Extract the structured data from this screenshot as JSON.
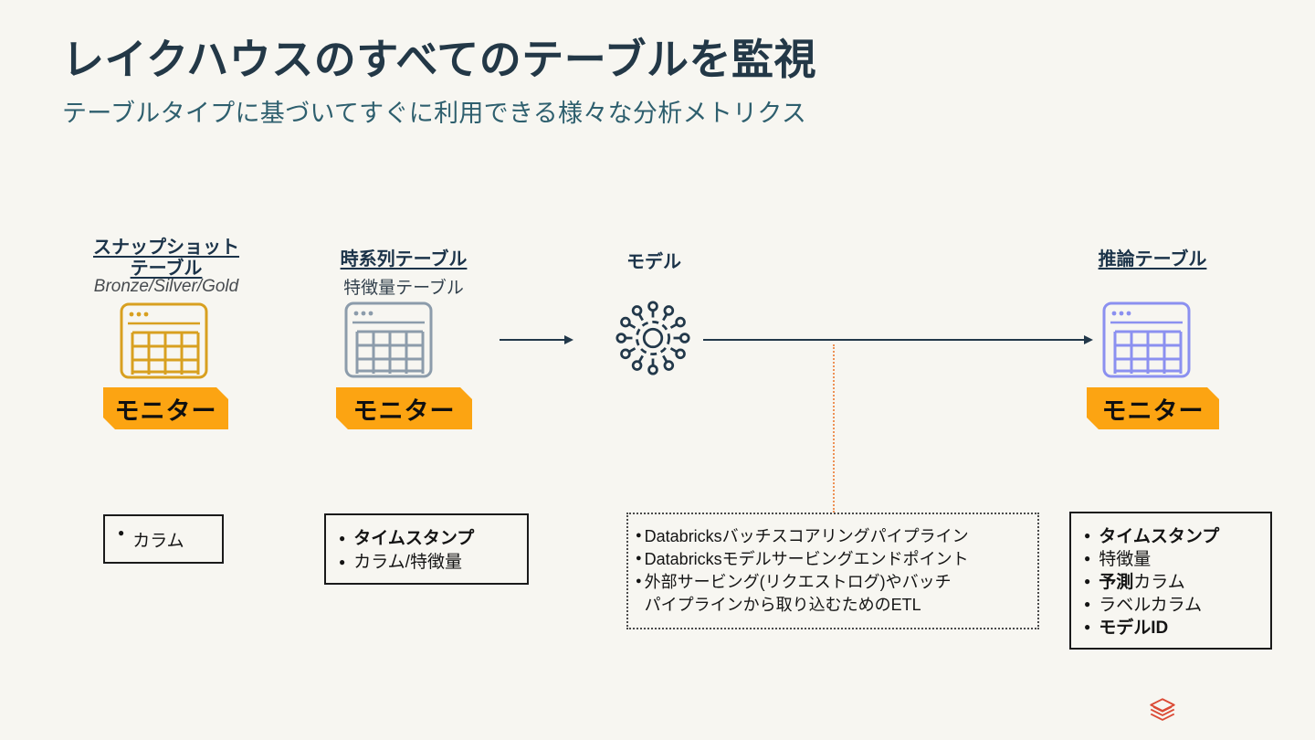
{
  "slide": {
    "title": "レイクハウスのすべてのテーブルを監視",
    "subtitle": "テーブルタイプに基づいてすぐに利用できる様々な分析メトリクス"
  },
  "glyphs": {
    "bullet": "●"
  },
  "columns": {
    "snapshot": {
      "title": "スナップショット\nテーブル",
      "subtitle": "Bronze/Silver/Gold",
      "monitor_label": "モニター"
    },
    "timeseries": {
      "title": "時系列テーブル",
      "subtitle": "特徴量テーブル",
      "monitor_label": "モニター"
    },
    "model": {
      "title": "モデル"
    },
    "inference": {
      "title": "推論テーブル",
      "monitor_label": "モニター"
    }
  },
  "boxes": {
    "snapshot": {
      "items": [
        {
          "text": "カラム"
        }
      ]
    },
    "timeseries": {
      "items": [
        {
          "text": "タイムスタンプ",
          "bold": true
        },
        {
          "text": "カラム/特徴量",
          "bold": false
        }
      ]
    },
    "model_sources": {
      "items": [
        {
          "text": "Databricksバッチスコアリングパイプライン"
        },
        {
          "text": "Databricksモデルサービングエンドポイント"
        },
        {
          "text": "外部サービング(リクエストログ)やバッチ\nパイプラインから取り込むためのETL"
        }
      ]
    },
    "inference": {
      "items": [
        {
          "text": "タイムスタンプ",
          "bold": true
        },
        {
          "text": "特徴量",
          "bold": false
        },
        {
          "bold_part": "予測",
          "text": "カラム"
        },
        {
          "text": "ラベルカラム",
          "bold": false
        },
        {
          "text": "モデルID",
          "bold": true
        }
      ]
    }
  },
  "colors": {
    "background": "#F7F6F1",
    "title_navy": "#233847",
    "subtitle_teal": "#2E5F6E",
    "ink_navy": "#22384A",
    "accent_orange": "#FCA412",
    "table_gold": "#D8A020",
    "table_silver": "#8C9CAB",
    "table_purple": "#8B90F0",
    "dotted_orange": "#EE9155",
    "logo_red": "#DB4A35"
  }
}
